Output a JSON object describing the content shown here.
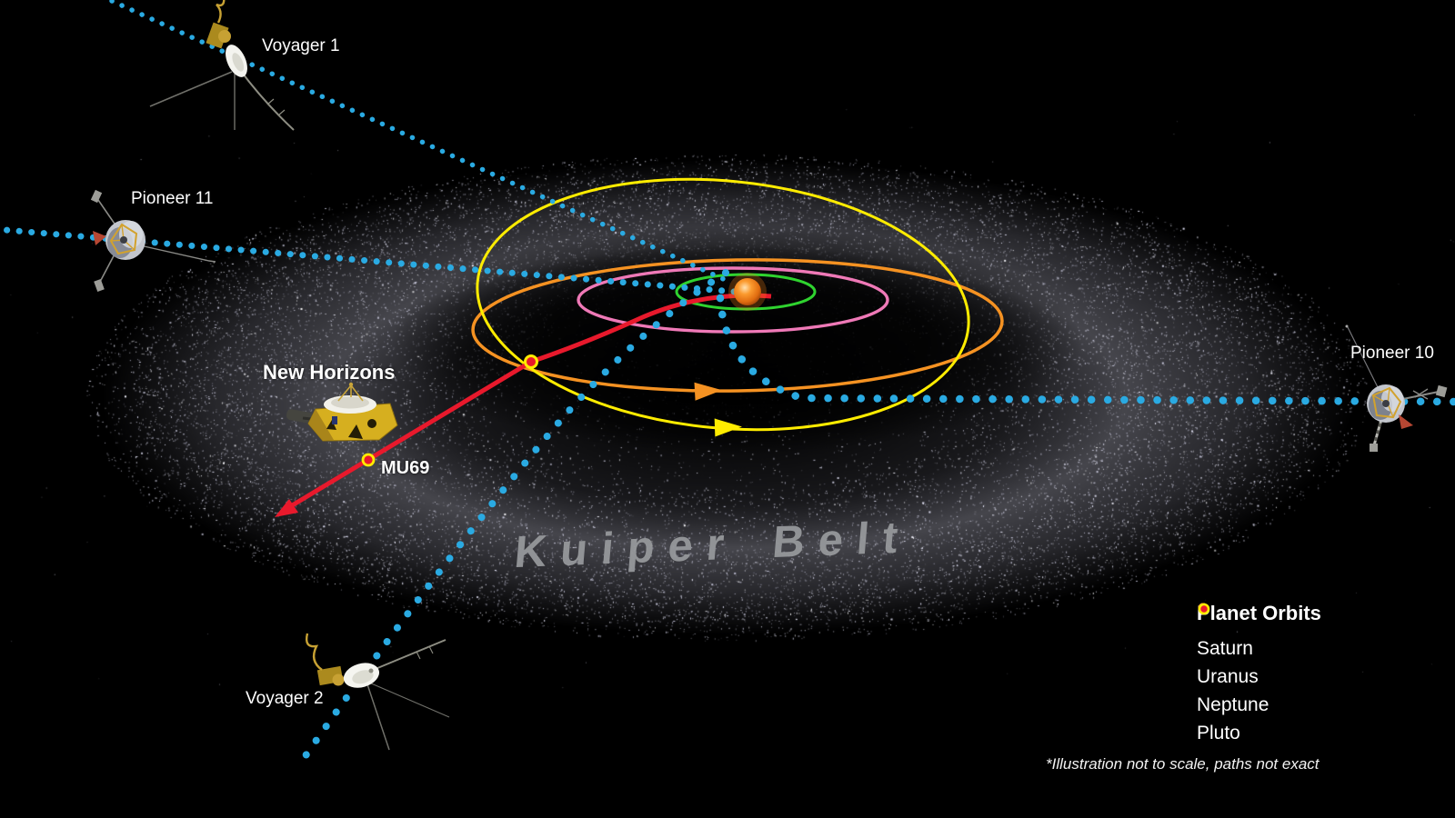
{
  "labels": {
    "voyager1": "Voyager 1",
    "pioneer11": "Pioneer 11",
    "pioneer10": "Pioneer 10",
    "voyager2": "Voyager 2",
    "new_horizons": "New Horizons",
    "mu69": "MU69",
    "kuiper_belt": "Kuiper Belt"
  },
  "legend": {
    "title": "Planet Orbits",
    "items": [
      {
        "label": "Saturn",
        "color": "#2fd32f"
      },
      {
        "label": "Uranus",
        "color": "#ef79b7"
      },
      {
        "label": "Neptune",
        "color": "#f59222"
      },
      {
        "label": "Pluto",
        "color": "#e8192c",
        "ring_color": "#ffec00"
      }
    ],
    "footnote": "*Illustration not to scale, paths not exact"
  },
  "colors": {
    "background": "#000000",
    "trajectory_blue": "#2aaae2",
    "new_horizons_path_red": "#e8192c",
    "saturn_orbit_green": "#2fd32f",
    "uranus_orbit_pink": "#ef79b7",
    "neptune_orbit_orange": "#f59222",
    "pluto_orbit_yellow": "#ffec00",
    "pluto_marker_red": "#e8192c",
    "sun_orange": "#f08a1d",
    "belt_text_gray": "#96989b"
  }
}
